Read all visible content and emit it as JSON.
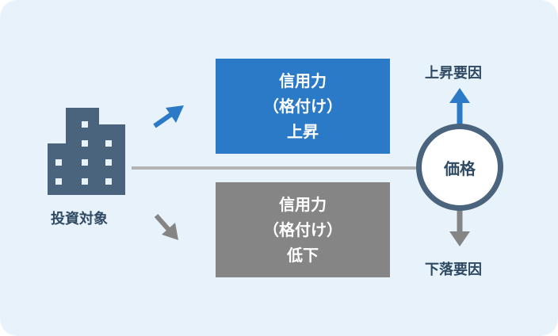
{
  "subject": {
    "label": "投資対象",
    "icon": "building-icon"
  },
  "credit_up": {
    "line1": "信用力",
    "line2": "（格付け）",
    "line3": "上昇"
  },
  "credit_down": {
    "line1": "信用力",
    "line2": "（格付け）",
    "line3": "低下"
  },
  "price": {
    "label": "価格"
  },
  "rise_factor": {
    "label": "上昇要因"
  },
  "fall_factor": {
    "label": "下落要因"
  },
  "colors": {
    "background": "#e8f2fb",
    "up_blue": "#2b7ac8",
    "down_gray": "#858585",
    "building": "#4a647e",
    "line": "#b3b3b3",
    "text_dark": "#2f4a63"
  }
}
